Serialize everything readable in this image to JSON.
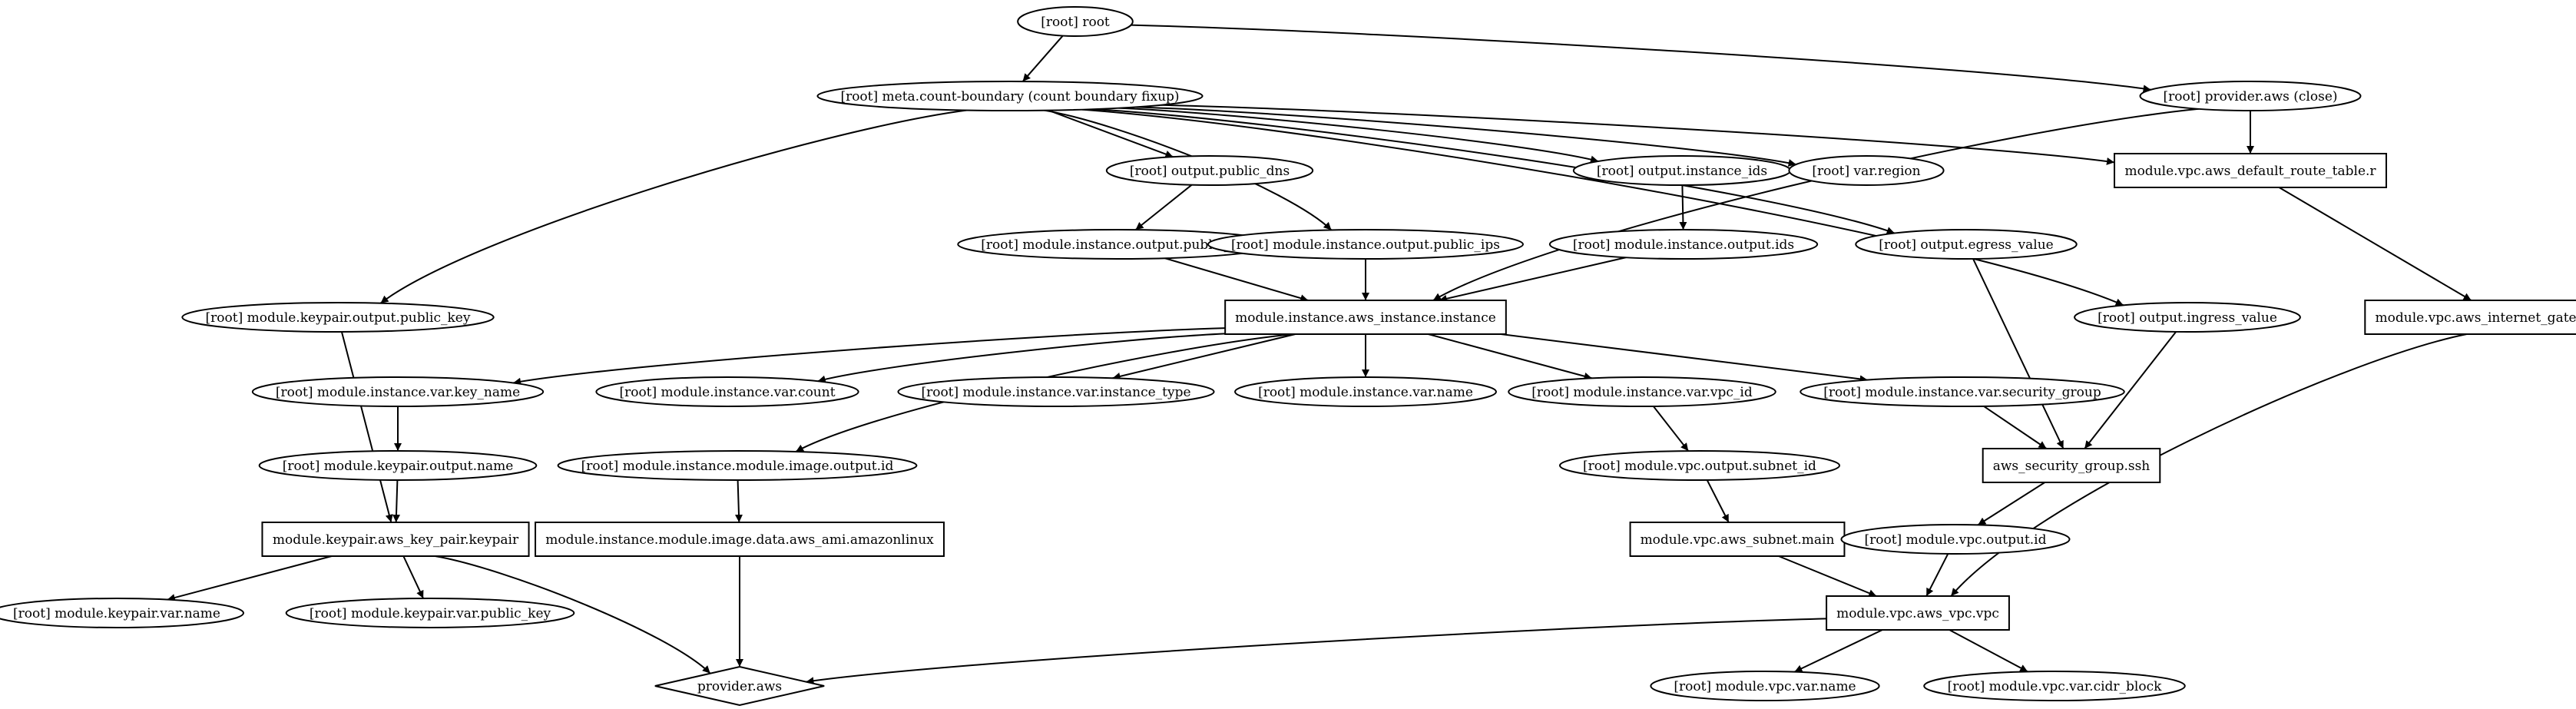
{
  "colors": {
    "background": "#ffffff",
    "stroke": "#000000",
    "text": "#000000"
  },
  "nodes": [
    {
      "id": "root",
      "label": "[root] root",
      "shape": "ellipse"
    },
    {
      "id": "meta",
      "label": "[root] meta.count-boundary (count boundary fixup)",
      "shape": "ellipse"
    },
    {
      "id": "provclose",
      "label": "[root] provider.aws (close)",
      "shape": "ellipse"
    },
    {
      "id": "out_pubdns",
      "label": "[root] output.public_dns",
      "shape": "ellipse"
    },
    {
      "id": "out_instids",
      "label": "[root] output.instance_ids",
      "shape": "ellipse"
    },
    {
      "id": "var_region",
      "label": "[root] var.region",
      "shape": "ellipse"
    },
    {
      "id": "def_rt",
      "label": "module.vpc.aws_default_route_table.r",
      "shape": "box"
    },
    {
      "id": "mi_out_pubdns",
      "label": "[root] module.instance.output.public_dns",
      "shape": "ellipse"
    },
    {
      "id": "mi_out_pubips",
      "label": "[root] module.instance.output.public_ips",
      "shape": "ellipse"
    },
    {
      "id": "mi_out_ids",
      "label": "[root] module.instance.output.ids",
      "shape": "ellipse"
    },
    {
      "id": "out_egress",
      "label": "[root] output.egress_value",
      "shape": "ellipse"
    },
    {
      "id": "kp_out_pubkey",
      "label": "[root] module.keypair.output.public_key",
      "shape": "ellipse"
    },
    {
      "id": "inst",
      "label": "module.instance.aws_instance.instance",
      "shape": "box"
    },
    {
      "id": "out_ingress",
      "label": "[root] output.ingress_value",
      "shape": "ellipse"
    },
    {
      "id": "igw",
      "label": "module.vpc.aws_internet_gateway.gw",
      "shape": "box"
    },
    {
      "id": "mi_var_keyname",
      "label": "[root] module.instance.var.key_name",
      "shape": "ellipse"
    },
    {
      "id": "mi_var_count",
      "label": "[root] module.instance.var.count",
      "shape": "ellipse"
    },
    {
      "id": "mi_var_itype",
      "label": "[root] module.instance.var.instance_type",
      "shape": "ellipse"
    },
    {
      "id": "mi_var_name",
      "label": "[root] module.instance.var.name",
      "shape": "ellipse"
    },
    {
      "id": "mi_var_vpcid",
      "label": "[root] module.instance.var.vpc_id",
      "shape": "ellipse"
    },
    {
      "id": "mi_var_sg",
      "label": "[root] module.instance.var.security_group",
      "shape": "ellipse"
    },
    {
      "id": "kp_out_name",
      "label": "[root] module.keypair.output.name",
      "shape": "ellipse"
    },
    {
      "id": "mi_img_out_id",
      "label": "[root] module.instance.module.image.output.id",
      "shape": "ellipse"
    },
    {
      "id": "vpc_out_subnet",
      "label": "[root] module.vpc.output.subnet_id",
      "shape": "ellipse"
    },
    {
      "id": "sg_ssh",
      "label": "aws_security_group.ssh",
      "shape": "box"
    },
    {
      "id": "kp",
      "label": "module.keypair.aws_key_pair.keypair",
      "shape": "box"
    },
    {
      "id": "ami",
      "label": "module.instance.module.image.data.aws_ami.amazonlinux",
      "shape": "box"
    },
    {
      "id": "subnet",
      "label": "module.vpc.aws_subnet.main",
      "shape": "box"
    },
    {
      "id": "vpc_out_id",
      "label": "[root] module.vpc.output.id",
      "shape": "ellipse"
    },
    {
      "id": "kp_var_name",
      "label": "[root] module.keypair.var.name",
      "shape": "ellipse"
    },
    {
      "id": "kp_var_pubkey",
      "label": "[root] module.keypair.var.public_key",
      "shape": "ellipse"
    },
    {
      "id": "vpc",
      "label": "module.vpc.aws_vpc.vpc",
      "shape": "box"
    },
    {
      "id": "provider",
      "label": "provider.aws",
      "shape": "diamond"
    },
    {
      "id": "vpc_var_name",
      "label": "[root] module.vpc.var.name",
      "shape": "ellipse"
    },
    {
      "id": "vpc_var_cidr",
      "label": "[root] module.vpc.var.cidr_block",
      "shape": "ellipse"
    }
  ],
  "edges": [
    [
      "root",
      "meta"
    ],
    [
      "root",
      "provclose"
    ],
    [
      "provclose",
      "def_rt"
    ],
    [
      "provclose",
      "inst"
    ],
    [
      "meta",
      "kp_out_pubkey"
    ],
    [
      "meta",
      "out_pubdns"
    ],
    [
      "meta",
      "mi_out_pubips"
    ],
    [
      "meta",
      "out_instids"
    ],
    [
      "meta",
      "var_region"
    ],
    [
      "meta",
      "out_egress"
    ],
    [
      "meta",
      "out_ingress"
    ],
    [
      "meta",
      "def_rt"
    ],
    [
      "out_pubdns",
      "mi_out_pubdns"
    ],
    [
      "out_instids",
      "mi_out_ids"
    ],
    [
      "mi_out_pubdns",
      "inst"
    ],
    [
      "mi_out_pubips",
      "inst"
    ],
    [
      "mi_out_ids",
      "inst"
    ],
    [
      "def_rt",
      "igw"
    ],
    [
      "igw",
      "vpc"
    ],
    [
      "out_egress",
      "sg_ssh"
    ],
    [
      "out_ingress",
      "sg_ssh"
    ],
    [
      "kp_out_pubkey",
      "kp"
    ],
    [
      "inst",
      "mi_var_keyname"
    ],
    [
      "inst",
      "mi_var_count"
    ],
    [
      "inst",
      "mi_var_itype"
    ],
    [
      "inst",
      "mi_var_name"
    ],
    [
      "inst",
      "mi_var_vpcid"
    ],
    [
      "inst",
      "mi_var_sg"
    ],
    [
      "inst",
      "mi_img_out_id"
    ],
    [
      "mi_var_keyname",
      "kp_out_name"
    ],
    [
      "kp_out_name",
      "kp"
    ],
    [
      "mi_img_out_id",
      "ami"
    ],
    [
      "ami",
      "provider"
    ],
    [
      "mi_var_vpcid",
      "vpc_out_subnet"
    ],
    [
      "vpc_out_subnet",
      "subnet"
    ],
    [
      "subnet",
      "vpc"
    ],
    [
      "mi_var_sg",
      "sg_ssh"
    ],
    [
      "sg_ssh",
      "vpc_out_id"
    ],
    [
      "vpc_out_id",
      "vpc"
    ],
    [
      "kp",
      "kp_var_name"
    ],
    [
      "kp",
      "kp_var_pubkey"
    ],
    [
      "kp",
      "provider"
    ],
    [
      "vpc",
      "provider"
    ],
    [
      "vpc",
      "vpc_var_name"
    ],
    [
      "vpc",
      "vpc_var_cidr"
    ]
  ]
}
